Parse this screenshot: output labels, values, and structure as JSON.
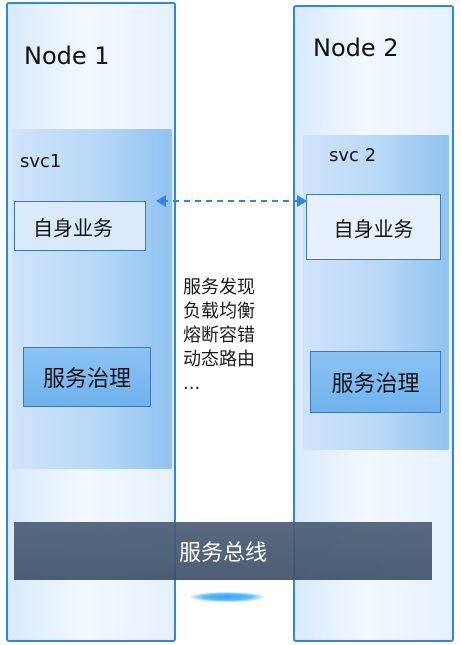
{
  "node1": {
    "title": "Node 1",
    "svc_title": "svc1",
    "business": "自身业务",
    "governance": "服务治理"
  },
  "node2": {
    "title": "Node 2",
    "svc_title": "svc 2",
    "business": "自身业务",
    "governance": "服务治理"
  },
  "features": [
    "服务发现",
    "负载均衡",
    "熔断容错",
    "动态路由",
    "..."
  ],
  "bus": {
    "label": "服务总线"
  },
  "colors": {
    "node_border": "#2f86e6",
    "governance_fill": "#7ab8ef",
    "bus_fill": "#44586f",
    "arrow": "#2f86e6"
  }
}
